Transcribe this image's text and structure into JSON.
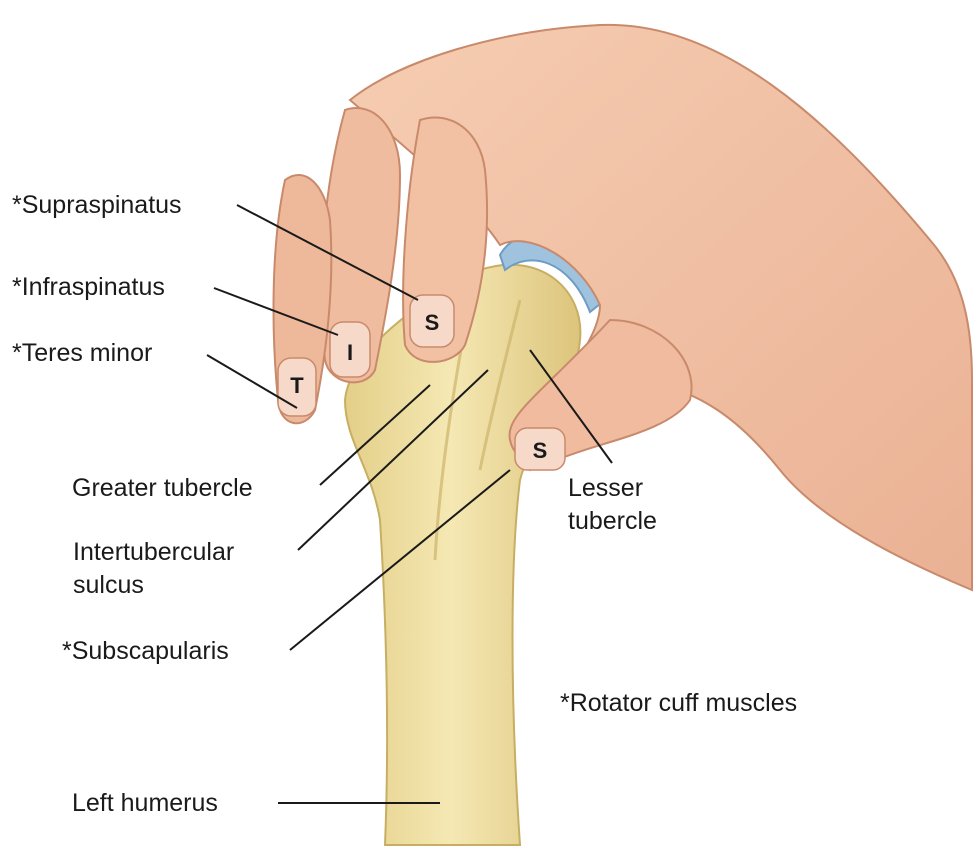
{
  "labels": {
    "supraspinatus": "*Supraspinatus",
    "infraspinatus": "*Infraspinatus",
    "teres_minor": "*Teres minor",
    "greater_tubercle": "Greater tubercle",
    "intertubercular_line1": "Intertubercular",
    "intertubercular_line2": "sulcus",
    "lesser_line1": "Lesser",
    "lesser_line2": "tubercle",
    "subscapularis": "*Subscapularis",
    "rotator_cuff_note": "*Rotator cuff muscles",
    "left_humerus": "Left humerus"
  },
  "nail_letters": {
    "supraspinatus": "S",
    "infraspinatus": "I",
    "teres_minor": "T",
    "subscapularis": "S"
  },
  "colors": {
    "skin": "#f3c3a4",
    "skin_shadow": "#d99a7c",
    "nail": "#f6d6c6",
    "bone": "#f2e4a8",
    "bone_shadow": "#d8c27a",
    "cartilage": "#9fc3df",
    "leader": "#1a1a1a"
  }
}
